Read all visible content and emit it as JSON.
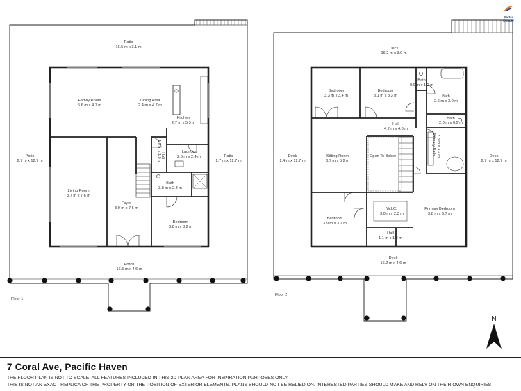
{
  "logo": {
    "line1": "Carter",
    "line2": "Cooper"
  },
  "address": "7 Coral Ave, Pacific Haven",
  "disclaimer": {
    "line1": "THE FLOOR PLAN IS NOT TO SCALE, ALL FEATURES INCLUDED IN THIS 2D PLAN AREA FOR INSPIRATION PURPOSES ONLY.",
    "line2": "THIS IS NOT AN EXACT REPLICA OF THE PROPERTY OR THE POSITION OF EXTERIOR ELEMENTS. PLANS SHOULD NOT BE RELIED ON. INTERESTED PARTIES SHOULD MAKE AND RELY ON THEIR OWN ENQUIRIES"
  },
  "north_label": "N",
  "floor1": {
    "label": "Floor 1",
    "rooms": {
      "patio_top": {
        "name": "Patio",
        "dims": "16.5 m x 3.1 m"
      },
      "family_room": {
        "name": "Family Room",
        "dims": "5.6 m x 4.7 m"
      },
      "dining_area": {
        "name": "Dining Area",
        "dims": "2.4 m x 4.7 m"
      },
      "kitchen": {
        "name": "Kitchen",
        "dims": "2.7 m x 5.3 m"
      },
      "laundry": {
        "name": "Laundry",
        "dims": "2.6 m x 2.4 m"
      },
      "hall": {
        "name": "Hall",
        "dims": "1.0 m x 1.9 m"
      },
      "patio_left": {
        "name": "Patio",
        "dims": "2.7 m x 12.7 m"
      },
      "patio_right": {
        "name": "Patio",
        "dims": "2.7 m x 12.7 m"
      },
      "living_room": {
        "name": "Living Room",
        "dims": "3.7 m x 7.6 m"
      },
      "foyer": {
        "name": "Foyer",
        "dims": "3.0 m x 7.6 m"
      },
      "bath": {
        "name": "Bath",
        "dims": "3.8 m x 2.3 m"
      },
      "bedroom": {
        "name": "Bedroom",
        "dims": "3.8 m x 3.2 m"
      },
      "porch": {
        "name": "Porch",
        "dims": "16.5 m x 4.6 m"
      }
    }
  },
  "floor2": {
    "label": "Floor 2",
    "rooms": {
      "deck_top": {
        "name": "Deck",
        "dims": "16.2 m x 3.0 m"
      },
      "bedroom_a": {
        "name": "Bedroom",
        "dims": "3.3 m x 3.4 m"
      },
      "bedroom_b": {
        "name": "Bedroom",
        "dims": "3.1 m x 3.3 m"
      },
      "bath_small": {
        "name": "Bath",
        "dims": "0.9 m x 1.2 m"
      },
      "bath_main": {
        "name": "Bath",
        "dims": "2.6 m x 3.0 m"
      },
      "bath_ensuite": {
        "name": "Bath",
        "dims": "2.0 m x 0.9 m"
      },
      "hall": {
        "name": "Hall",
        "dims": "4.2 m x 4.8 m"
      },
      "primary_bath": {
        "name": "Primary Bath",
        "dims": "2.8 m x 3.2 m"
      },
      "deck_left": {
        "name": "Deck",
        "dims": "2.4 m x 12.7 m"
      },
      "sitting_room": {
        "name": "Sitting Room",
        "dims": "3.7 m x 5.2 m"
      },
      "open_to_below": {
        "name": "Open To Below",
        "dims": ""
      },
      "deck_right": {
        "name": "Deck",
        "dims": "2.7 m x 12.7 m"
      },
      "bedroom_c": {
        "name": "Bedroom",
        "dims": "3.9 m x 3.7 m"
      },
      "wic": {
        "name": "W.I.C.",
        "dims": "3.0 m x 2.3 m"
      },
      "primary_bedroom": {
        "name": "Primary Bedroom",
        "dims": "3.8 m x 5.7 m"
      },
      "hall_small": {
        "name": "Hall",
        "dims": "1.1 m x 1.2 m"
      },
      "deck_bottom": {
        "name": "Deck",
        "dims": "16.2 m x 4.6 m"
      }
    }
  }
}
